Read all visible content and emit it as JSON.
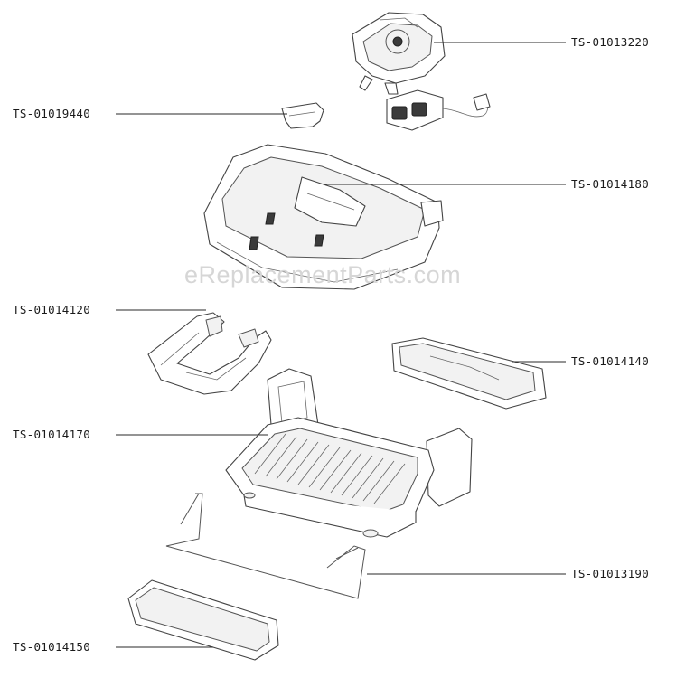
{
  "diagram": {
    "watermark": "eReplacementParts.com",
    "parts": [
      {
        "id": "TS-01013220"
      },
      {
        "id": "TS-01019440"
      },
      {
        "id": "TS-01014180"
      },
      {
        "id": "TS-01014120"
      },
      {
        "id": "TS-01014140"
      },
      {
        "id": "TS-01014170"
      },
      {
        "id": "TS-01013190"
      },
      {
        "id": "TS-01014150"
      }
    ]
  },
  "colors": {
    "line": "#2a2a2a",
    "label": "#1a1a1a",
    "watermark": "#d6d6d6"
  }
}
